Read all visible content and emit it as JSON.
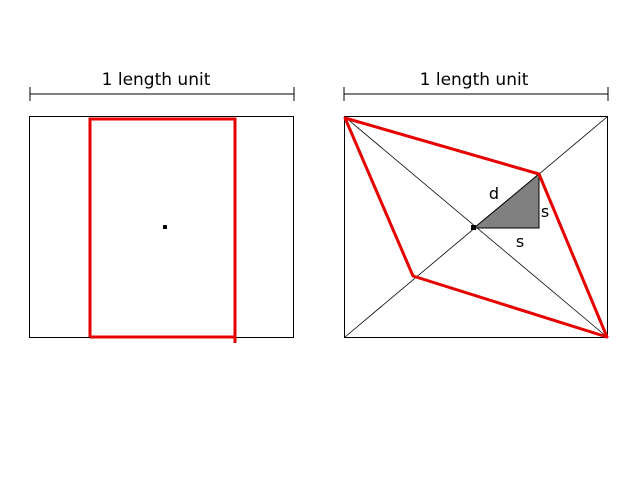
{
  "left_panel": {
    "scale_label": "1 length unit",
    "description": "Square of side 1 length unit containing a red rectangle and a center point"
  },
  "right_panel": {
    "scale_label": "1 length unit",
    "description": "Square with both diagonals, a red rhombus-like quadrilateral, and a shaded right triangle",
    "triangle_labels": {
      "hypotenuse": "d",
      "vertical_leg": "s",
      "horizontal_leg": "s"
    }
  },
  "colors": {
    "outline": "#000000",
    "highlight": "#e60000",
    "triangle_fill": "#808080"
  }
}
